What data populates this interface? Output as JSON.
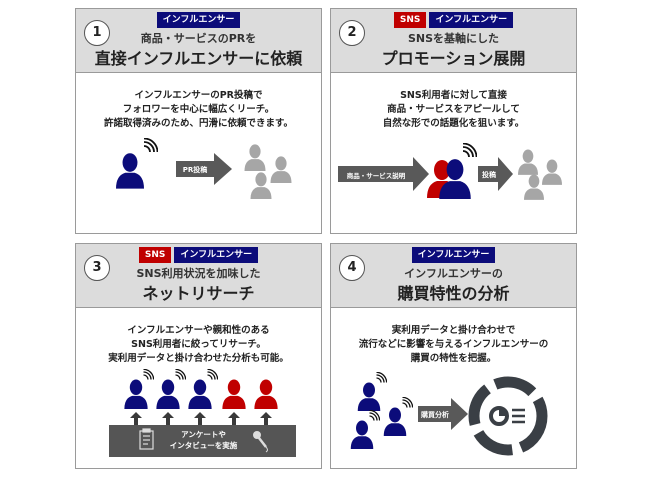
{
  "panels": [
    {
      "number": "1",
      "badges": [
        "インフルエンサー"
      ],
      "subtitle": "商品・サービスのPRを",
      "title": "直接インフルエンサーに依頼",
      "description": [
        "インフルエンサーのPR投稿で",
        "フォロワーを中心に幅広くリーチ。",
        "許諾取得済みのため、円滑に依頼できます。"
      ],
      "arrow_label": "PR投稿"
    },
    {
      "number": "2",
      "badges": [
        "SNS",
        "インフルエンサー"
      ],
      "subtitle": "SNSを基軸にした",
      "title": "プロモーション展開",
      "description": [
        "SNS利用者に対して直接",
        "商品・サービスをアピールして",
        "自然な形での話題化を狙います。"
      ],
      "arrow_label_1": "商品・サービス説明",
      "arrow_label_2": "投稿"
    },
    {
      "number": "3",
      "badges": [
        "SNS",
        "インフルエンサー"
      ],
      "subtitle": "SNS利用状況を加味した",
      "title": "ネットリサーチ",
      "description": [
        "インフルエンサーや親和性のある",
        "SNS利用者に絞ってリサーチ。",
        "実利用データと掛け合わせた分析も可能。"
      ],
      "box_label": [
        "アンケートや",
        "インタビューを実施"
      ]
    },
    {
      "number": "4",
      "badges": [
        "インフルエンサー"
      ],
      "subtitle": "インフルエンサーの",
      "title": "購買特性の分析",
      "description": [
        "実利用データと掛け合わせで",
        "流行などに影響を与えるインフルエンサーの",
        "購買の特性を把握。"
      ],
      "arrow_label": "購買分析"
    }
  ],
  "colors": {
    "navy": "#0c0c7a",
    "red": "#c00000",
    "gray_person": "#a6a6a6",
    "arrow": "#595959",
    "dark": "#3a3f45"
  }
}
